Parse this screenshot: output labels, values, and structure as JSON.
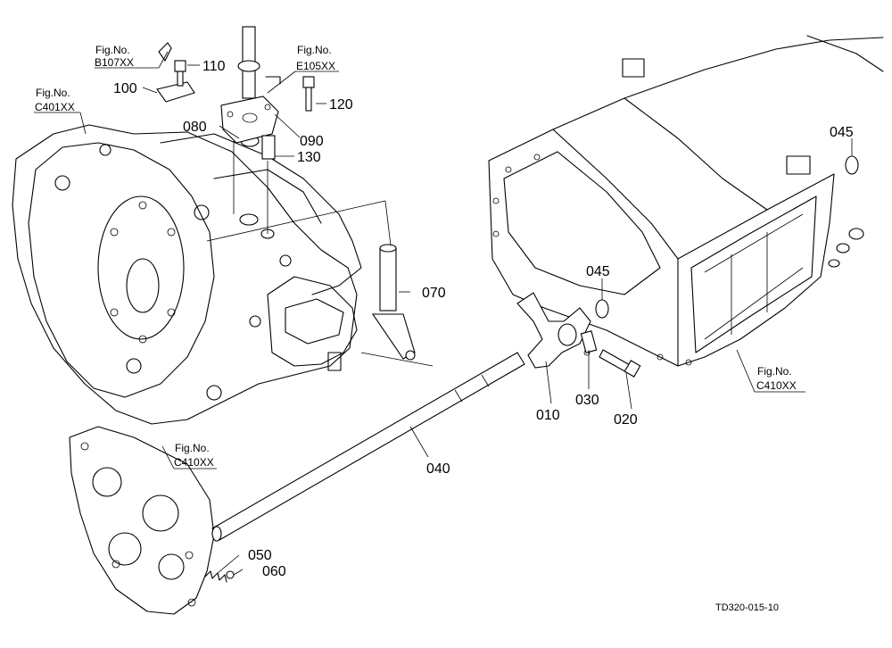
{
  "parts": {
    "p010": "010",
    "p020": "020",
    "p030": "030",
    "p040": "040",
    "p045a": "045",
    "p045b": "045",
    "p050": "050",
    "p060": "060",
    "p070": "070",
    "p080": "080",
    "p090": "090",
    "p100": "100",
    "p110": "110",
    "p120": "120",
    "p130": "130"
  },
  "fig_refs": {
    "b107": {
      "label": "Fig.No.",
      "code": "B107XX"
    },
    "e105": {
      "label": "Fig.No.",
      "code": "E105XX"
    },
    "c401": {
      "label": "Fig.No.",
      "code": "C401XX"
    },
    "c410_front": {
      "label": "Fig.No.",
      "code": "C410XX"
    },
    "c410_rear": {
      "label": "Fig.No.",
      "code": "C410XX"
    }
  },
  "drawing_code": "TD320-015-10"
}
